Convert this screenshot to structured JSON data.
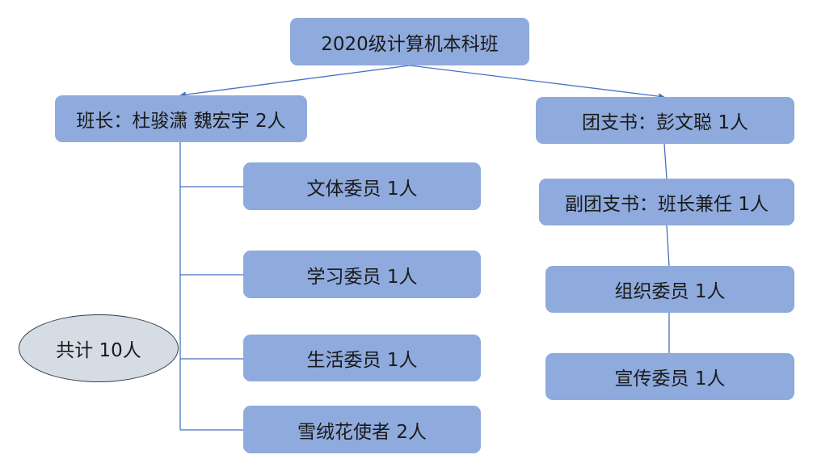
{
  "diagram": {
    "root": {
      "label": "2020级计算机本科班"
    },
    "left_branch": {
      "head": {
        "label": "班长：杜骏潇 魏宏宇 2人"
      },
      "children": [
        {
          "label": "文体委员 1人"
        },
        {
          "label": "学习委员 1人"
        },
        {
          "label": "生活委员 1人"
        },
        {
          "label": "雪绒花使者 2人"
        }
      ]
    },
    "right_branch": {
      "head": {
        "label": "团支书：彭文聪 1人"
      },
      "children": [
        {
          "label": "副团支书：班长兼任  1人"
        },
        {
          "label": "组织委员 1人"
        },
        {
          "label": "宣传委员  1人"
        }
      ]
    },
    "total": {
      "label": "共计  10人"
    },
    "colors": {
      "box_fill": "#8faadc",
      "ellipse_fill": "#d6dce4",
      "line": "#4472c4",
      "text": "#1a1a1a"
    }
  }
}
